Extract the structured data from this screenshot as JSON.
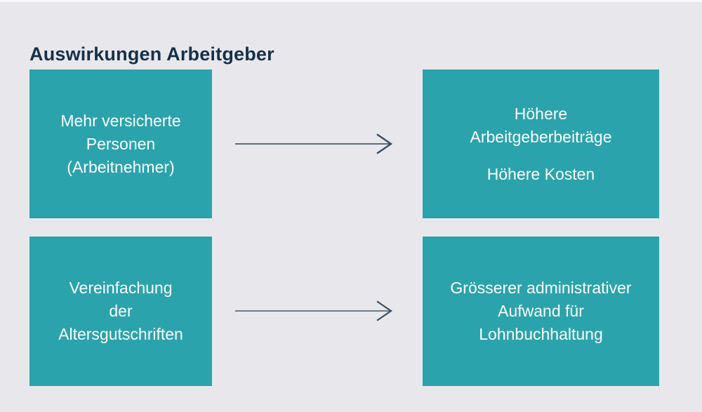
{
  "page": {
    "title": "Auswirkungen Arbeitgeber"
  },
  "colors": {
    "background": "#e8e8ec",
    "box_fill": "#2ba3ac",
    "box_text": "#fcfcfc",
    "title_text": "#16304a",
    "arrow_line": "#5e6d7a",
    "arrow_head": "#3b4e61"
  },
  "diagram": {
    "rows": [
      {
        "cause_paragraphs": [
          "Mehr versicherte\nPersonen\n(Arbeitnehmer)"
        ],
        "effect_paragraphs": [
          "Höhere\nArbeitgeberbeiträge",
          "Höhere Kosten"
        ]
      },
      {
        "cause_paragraphs": [
          "Vereinfachung\nder\nAltersgutschriften"
        ],
        "effect_paragraphs": [
          "Grösserer administrativer\nAufwand für\nLohnbuchhaltung"
        ]
      }
    ]
  }
}
